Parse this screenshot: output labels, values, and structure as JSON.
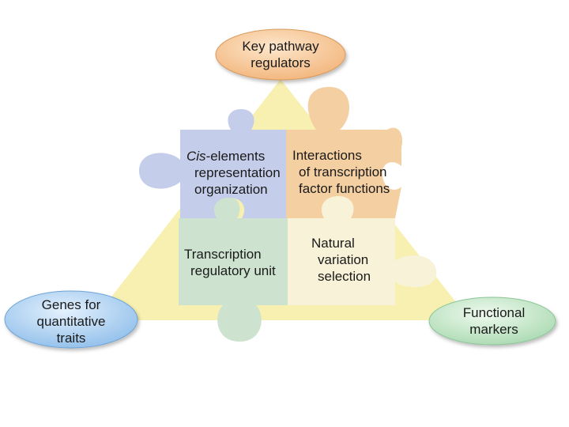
{
  "diagram": {
    "top_node": {
      "lines": [
        "Key pathway",
        "regulators"
      ]
    },
    "left_node": {
      "lines": [
        "Genes for",
        "quantitative",
        "traits"
      ]
    },
    "right_node": {
      "lines": [
        "Functional",
        "markers"
      ]
    },
    "puzzle": {
      "top_left": {
        "prefix_italic": "Cis",
        "first_line_rest": "-elements",
        "lines": [
          "representation",
          "organization"
        ]
      },
      "top_right": {
        "lines": [
          "Interactions",
          "of transcription",
          "factor functions"
        ]
      },
      "bottom_left": {
        "lines": [
          "Transcription",
          "regulatory unit"
        ]
      },
      "bottom_right": {
        "lines": [
          "Natural",
          "variation",
          "selection"
        ]
      }
    }
  },
  "colors": {
    "triangle": "#f8f0b0",
    "top_node": "#f6c48e",
    "left_node": "#9fcaf0",
    "right_node": "#bfe6c3",
    "piece_blue": "#c4cdea",
    "piece_orange": "#f4cfa2",
    "piece_green": "#cde3cf",
    "piece_cream": "#f7f2d8"
  }
}
